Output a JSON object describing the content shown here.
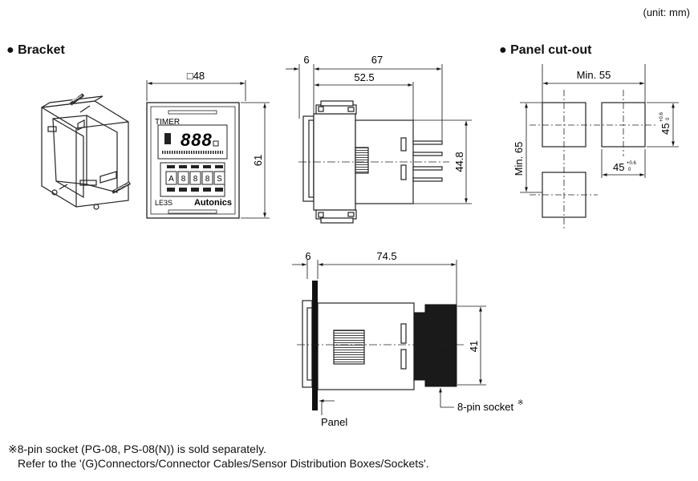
{
  "unit_label": "(unit: mm)",
  "bracket_heading": "● Bracket",
  "panel_cutout_heading": "● Panel cut-out",
  "front_view": {
    "width_dim": "□48",
    "height_dim": "61",
    "brand_text": "TIMER",
    "model_text": "LE3S",
    "maker_text": "Autonics",
    "digits": "888",
    "buttons": [
      "A",
      "8",
      "8",
      "8",
      "S"
    ]
  },
  "side_view": {
    "front_thickness_dim": "6",
    "total_depth_dim": "67",
    "body_depth_dim": "52.5",
    "height_dim": "44.8"
  },
  "panel_mount_view": {
    "front_thickness_dim": "6",
    "total_depth_dim": "74.5",
    "height_dim": "41",
    "panel_label": "Panel",
    "socket_label": "8-pin socket",
    "socket_mark": "※"
  },
  "cutout": {
    "h_spacing_dim": "Min. 55",
    "v_spacing_dim": "Min. 65",
    "width_dim": "45",
    "height_dim": "45",
    "tol_upper": "+0.6",
    "tol_lower": "0"
  },
  "footnote_line1": "※8-pin socket (PG-08, PS-08(N)) is sold separately.",
  "footnote_line2": "Refer to the '(G)Connectors/Connector Cables/Sensor Distribution Boxes/Sockets'."
}
